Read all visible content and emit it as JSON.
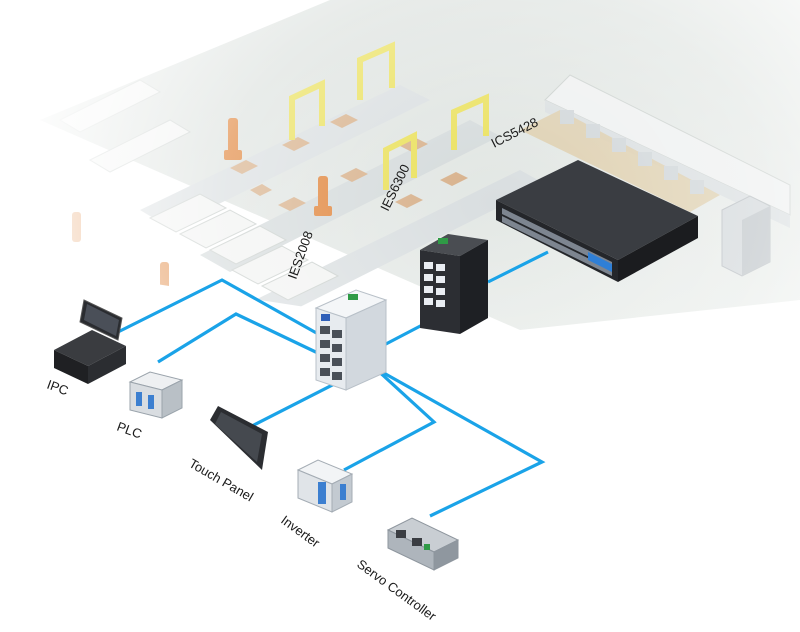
{
  "colors": {
    "link": "#1aa3e8",
    "background_factory": "#e3e8e4",
    "switch_dark": "#2a2c30",
    "switch_light": "#e9edf2",
    "port_accent": "#2f7fd6"
  },
  "switches": {
    "ics5428": {
      "label": "ICS5428"
    },
    "ies6300": {
      "label": "IES6300"
    },
    "ies2008": {
      "label": "IES2008"
    }
  },
  "devices": [
    {
      "id": "ipc",
      "label": "IPC",
      "icon": "industrial-pc-icon"
    },
    {
      "id": "plc",
      "label": "PLC",
      "icon": "plc-icon"
    },
    {
      "id": "touch",
      "label": "Touch Panel",
      "icon": "touch-panel-icon"
    },
    {
      "id": "inverter",
      "label": "Inverter",
      "icon": "inverter-icon"
    },
    {
      "id": "servo",
      "label": "Servo Controller",
      "icon": "servo-controller-icon"
    }
  ]
}
